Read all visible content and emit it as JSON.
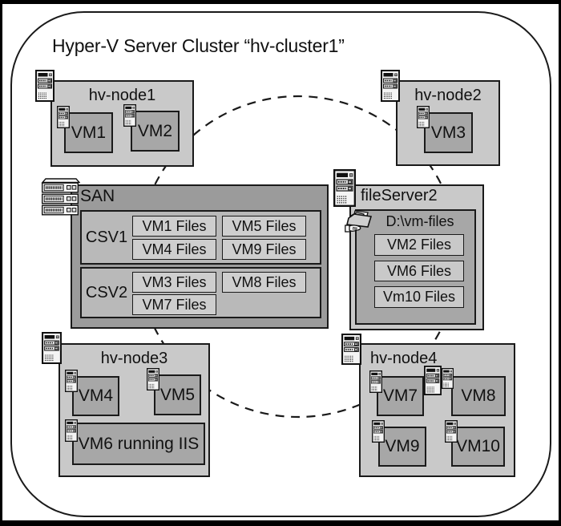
{
  "title": "Hyper-V Server Cluster “hv-cluster1”",
  "palette": {
    "background": "#ffffff",
    "node_fill": "#c9c9c9",
    "vm_fill": "#a7a7a7",
    "san_fill": "#9b9b9b",
    "csv_fill": "#b9b9b9",
    "file_fill": "#cecece",
    "line": "#1a1a1a"
  },
  "nodes": [
    {
      "label": "hv-node1",
      "vms": [
        {
          "label": "VM1"
        },
        {
          "label": "VM2"
        }
      ]
    },
    {
      "label": "hv-node2",
      "vms": [
        {
          "label": "VM3"
        }
      ]
    },
    {
      "label": "hv-node3",
      "vms": [
        {
          "label": "VM4"
        },
        {
          "label": "VM5"
        },
        {
          "label": "VM6 running IIS"
        }
      ]
    },
    {
      "label": "hv-node4",
      "vms": [
        {
          "label": "VM7"
        },
        {
          "label": "VM8"
        },
        {
          "label": "VM9"
        },
        {
          "label": "VM10"
        }
      ]
    }
  ],
  "san": {
    "label": "SAN",
    "csvs": [
      {
        "label": "CSV1",
        "files": [
          "VM1 Files",
          "VM5 Files",
          "VM4 Files",
          "VM9 Files"
        ]
      },
      {
        "label": "CSV2",
        "files": [
          "VM3 Files",
          "VM8 Files",
          "VM7 Files"
        ]
      }
    ]
  },
  "file_server": {
    "label": "fileServer2",
    "share_path": "D:\\vm-files",
    "files": [
      "VM2 Files",
      "VM6 Files",
      "Vm10 Files"
    ]
  },
  "icons": {
    "server": "server-tower-icon",
    "storage": "san-storage-icon",
    "share": "shared-folder-icon"
  }
}
